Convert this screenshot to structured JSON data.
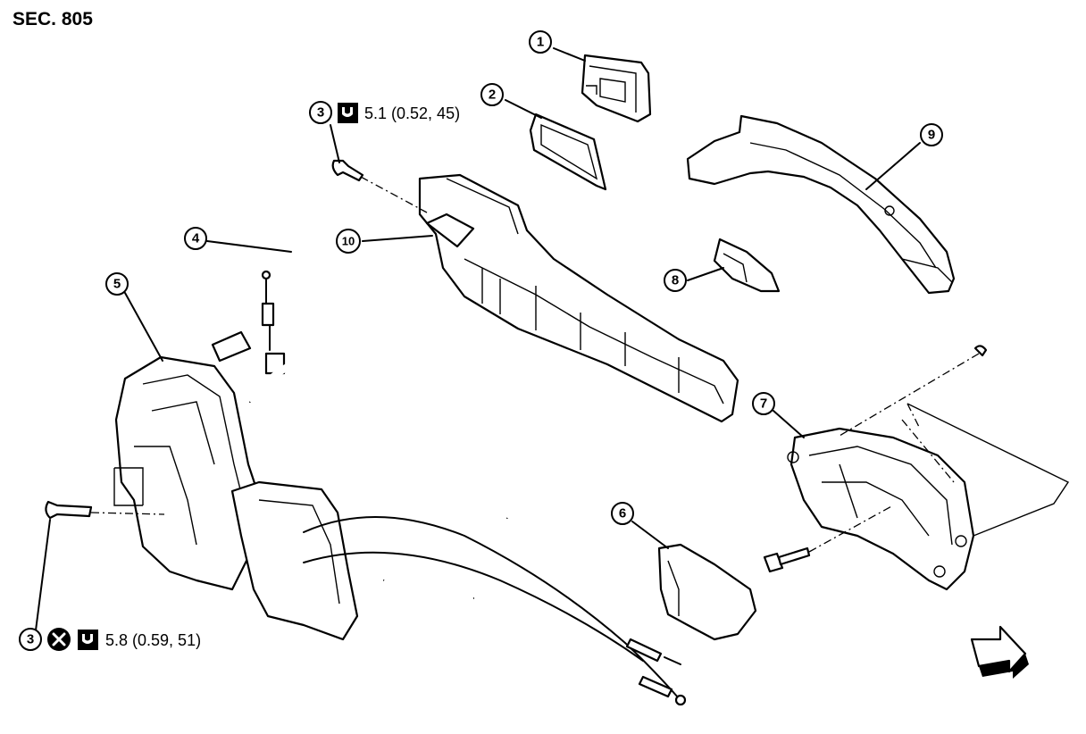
{
  "section_label": "SEC. 805",
  "callouts": [
    {
      "id": "c1",
      "number": "1"
    },
    {
      "id": "c2",
      "number": "2"
    },
    {
      "id": "c3a",
      "number": "3"
    },
    {
      "id": "c3b",
      "number": "3"
    },
    {
      "id": "c4",
      "number": "4"
    },
    {
      "id": "c5",
      "number": "5"
    },
    {
      "id": "c6",
      "number": "6"
    },
    {
      "id": "c7",
      "number": "7"
    },
    {
      "id": "c8",
      "number": "8"
    },
    {
      "id": "c9",
      "number": "9"
    },
    {
      "id": "c10",
      "number": "10"
    }
  ],
  "torque_specs": {
    "upper": "5.1 (0.52, 45)",
    "lower": "5.8 (0.59, 51)"
  },
  "icons": [
    "torque-wrench-icon",
    "do-not-reuse-icon",
    "front-direction-arrow-icon"
  ]
}
